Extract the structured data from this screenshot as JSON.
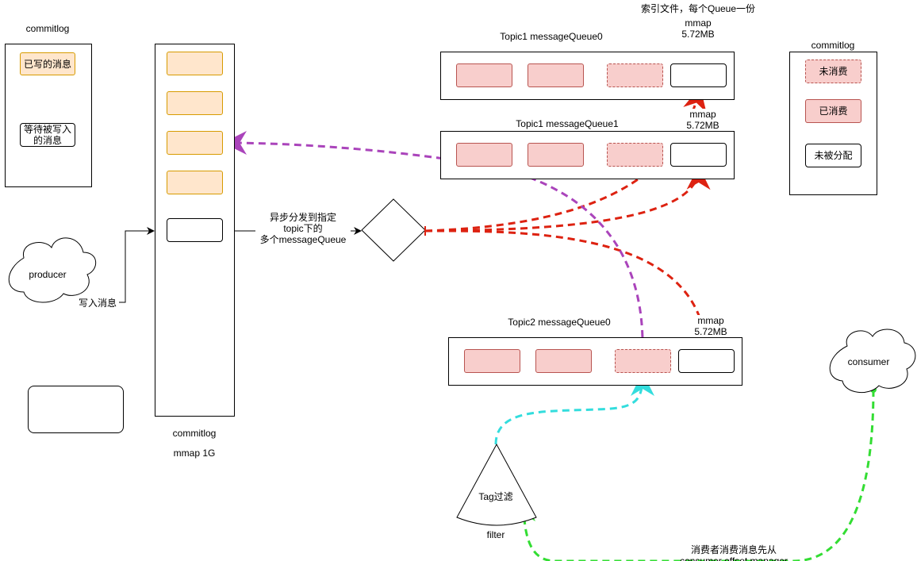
{
  "legend_left": {
    "title": "commitlog",
    "written": "已写的消息",
    "pending": "等待被写入\n的消息"
  },
  "commitlog_main": {
    "caption": "commitlog",
    "mmap": "mmap 1G"
  },
  "producer": {
    "label": "producer",
    "edge_label": "写入消息"
  },
  "dispatch_label": "异步分发到指定\ntopic下的\n多个messageQueue",
  "index_note": "索引文件，每个Queue一份",
  "queues": [
    {
      "title": "Topic1 messageQueue0",
      "mmap": "mmap\n5.72MB"
    },
    {
      "title": "Topic1 messageQueue1",
      "mmap": "mmap\n5.72MB"
    },
    {
      "title": "Topic2 messageQueue0",
      "mmap": "mmap\n5.72MB"
    }
  ],
  "legend_right": {
    "title": "commitlog",
    "unconsumed": "未消费",
    "consumed": "已消费",
    "unassigned": "未被分配"
  },
  "consumer": {
    "label": "consumer"
  },
  "filter": {
    "label": "Tag过滤",
    "caption": "filter"
  },
  "consumer_note": "消费者消费消息先从\nconsumer offset manager",
  "colors": {
    "orange_fill": "#ffe6cc",
    "orange_stroke": "#d79b00",
    "red_fill": "#f8cecc",
    "red_stroke": "#b85450",
    "arrow_red": "#dd2211",
    "arrow_purple": "#aa44bb",
    "arrow_cyan": "#33dddd",
    "arrow_green": "#33dd33"
  }
}
